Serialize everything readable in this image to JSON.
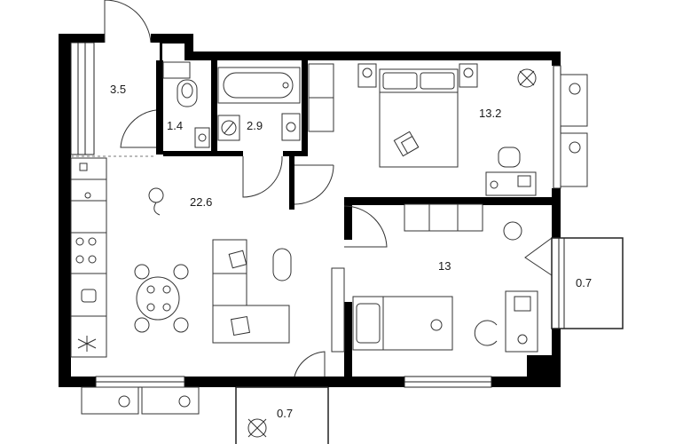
{
  "rooms": {
    "hallway": "3.5",
    "toilet": "1.4",
    "bathroom": "2.9",
    "bedroom": "13.2",
    "living_kitchen": "22.6",
    "second_bedroom": "13",
    "balcony_right": "0.7",
    "balcony_bottom": "0.7"
  }
}
